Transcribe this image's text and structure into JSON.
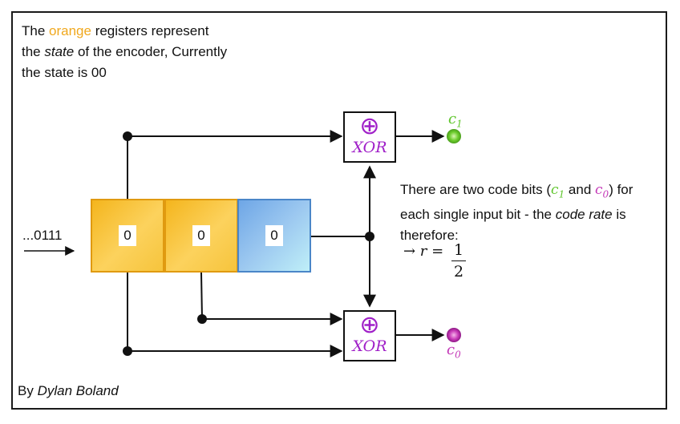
{
  "note_top": {
    "line1_pre": "The ",
    "line1_orange": "orange",
    "line1_post": " registers represent",
    "line2_pre": "the ",
    "line2_em": "state",
    "line2_post": " of the encoder, Currently",
    "line3": "the state is 00"
  },
  "input": {
    "label": "...0111"
  },
  "registers": [
    {
      "value": "0"
    },
    {
      "value": "0"
    },
    {
      "value": "0"
    }
  ],
  "xor_top": {
    "symbol": "⊕",
    "label": "XOR"
  },
  "xor_bottom": {
    "symbol": "⊕",
    "label": "XOR"
  },
  "outputs": {
    "c1_letter": "c",
    "c1_sub": "1",
    "c0_letter": "c",
    "c0_sub": "0"
  },
  "note_right": {
    "p1": "There are two code bits (",
    "c1_letter": "c",
    "c1_sub": "1",
    "and": " and ",
    "c0_letter": "c",
    "c0_sub": "0",
    "p2": ") for each single input bit - the ",
    "em": "code rate",
    "p3": " is therefore:"
  },
  "formula": {
    "lhs": "→ r =",
    "numerator": "1",
    "denominator": "2"
  },
  "author": {
    "prefix": "By ",
    "name": "Dylan Boland"
  },
  "colors": {
    "orange_register": "#f4b51d",
    "blue_register": "#6ea6e6",
    "xor_purple": "#a020c8",
    "c1_green": "#5fc62c",
    "c0_magenta": "#c43ab8"
  }
}
